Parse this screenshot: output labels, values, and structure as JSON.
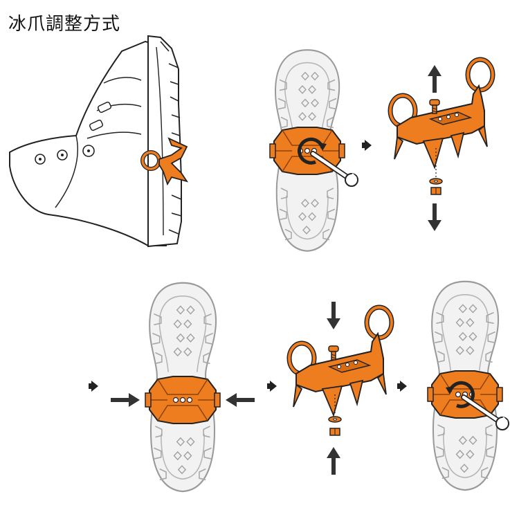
{
  "title": "冰爪調整方式",
  "colors": {
    "orange": "#EE7D1F",
    "orange_dark": "#C55F0C",
    "outline": "#222222",
    "sole_fill": "#F2F2F2",
    "sole_line": "#9A9A9A",
    "arrow": "#333333"
  },
  "steps": [
    {
      "name": "boot-side-view"
    },
    {
      "name": "sole-loosen-bolt"
    },
    {
      "name": "crampon-exploded-remove"
    },
    {
      "name": "sole-position-crampon"
    },
    {
      "name": "crampon-exploded-insert"
    },
    {
      "name": "sole-tighten-bolt"
    }
  ]
}
